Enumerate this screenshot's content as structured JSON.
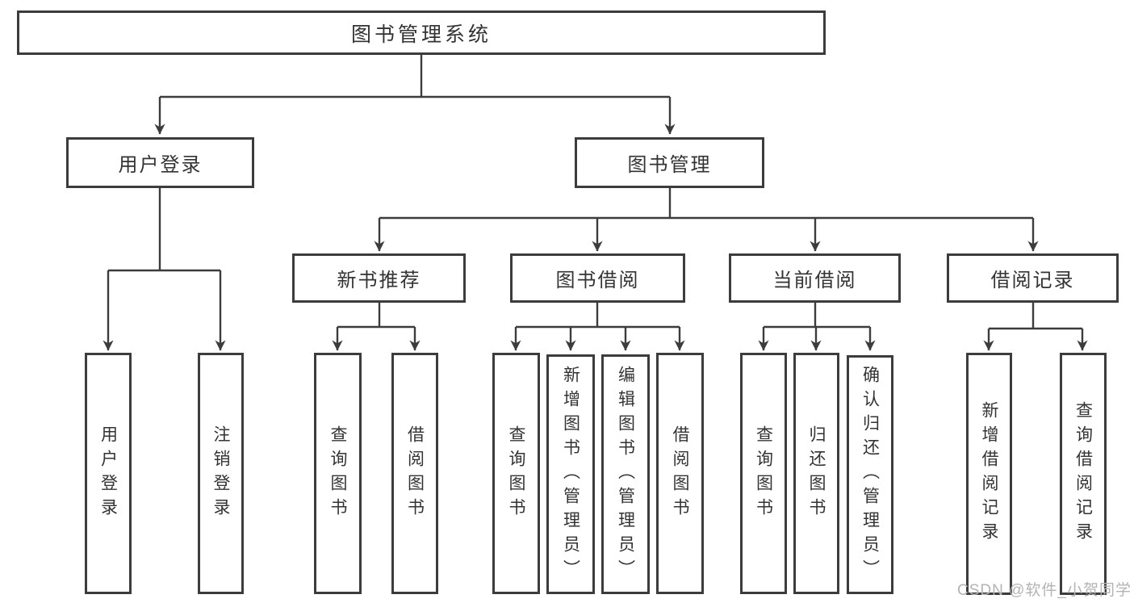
{
  "tree": {
    "root": {
      "label": "图书管理系统",
      "children": [
        {
          "label": "用户登录",
          "children": [
            {
              "label": "用户登录"
            },
            {
              "label": "注销登录"
            }
          ]
        },
        {
          "label": "图书管理",
          "children": [
            {
              "label": "新书推荐",
              "children": [
                {
                  "label": "查询图书"
                },
                {
                  "label": "借阅图书"
                }
              ]
            },
            {
              "label": "图书借阅",
              "children": [
                {
                  "label": "查询图书"
                },
                {
                  "label": "新增图书（管理员）"
                },
                {
                  "label": "编辑图书（管理员）"
                },
                {
                  "label": "借阅图书"
                }
              ]
            },
            {
              "label": "当前借阅",
              "children": [
                {
                  "label": "查询图书"
                },
                {
                  "label": "归还图书"
                },
                {
                  "label": "确认归还（管理员）"
                }
              ]
            },
            {
              "label": "借阅记录",
              "children": [
                {
                  "label": "新增借阅记录"
                },
                {
                  "label": "查询借阅记录"
                }
              ]
            }
          ]
        }
      ]
    }
  },
  "watermark": {
    "text": "CSDN @软件_小贺同学"
  },
  "colors": {
    "line": "#3c3c3c",
    "box_border": "#3c3c3c",
    "box_fill": "#ffffff",
    "text": "#333333",
    "watermark": "#b3b3b3"
  }
}
